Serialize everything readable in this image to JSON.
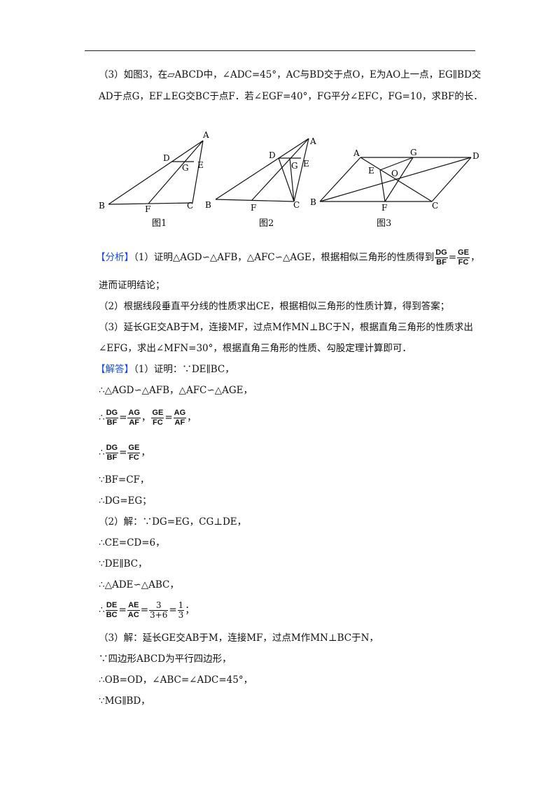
{
  "problem": {
    "line1": "（3）如图3，在▱ABCD中，∠ADC=45°，AC与BD交于点O，E为AO上一点，EG∥BD交",
    "line2": "AD于点G，EF⊥EG交BC于点F．若∠EGF=40°，FG平分∠EFC，FG=10，求BF的长．"
  },
  "figures": {
    "fig1": {
      "caption": "图1",
      "labels": {
        "A": "A",
        "D": "D",
        "G": "G",
        "E": "E",
        "B": "B",
        "F": "F",
        "C": "C"
      }
    },
    "fig2": {
      "caption": "图2",
      "labels": {
        "A": "A",
        "D": "D",
        "G": "G",
        "E": "E",
        "B": "B",
        "F": "F",
        "C": "C"
      }
    },
    "fig3": {
      "caption": "图3",
      "labels": {
        "A": "A",
        "G": "G",
        "D": "D",
        "E": "E",
        "O": "O",
        "B": "B",
        "F": "F",
        "C": "C"
      }
    }
  },
  "analysis": {
    "tag": "【分析】",
    "p1_pre": "（1）证明△AGD∽△AFB，△AFC∽△AGE，根据相似三角形的性质得到",
    "p1_frac1_num": "DG",
    "p1_frac1_den": "BF",
    "p1_eq": "=",
    "p1_frac2_num": "GE",
    "p1_frac2_den": "FC",
    "p1_post": "，",
    "p1_cont": "进而证明结论；",
    "p2": "（2）根据线段垂直平分线的性质求出CE，根据相似三角形的性质计算，得到答案；",
    "p3a": "（3）延长GE交AB于M，连接MF，过点M作MN⊥BC于N，根据直角三角形的性质求出",
    "p3b": "∠EFG，求出∠MFN=30°，根据直角三角形的性质、勾股定理计算即可．"
  },
  "solution": {
    "tag": "【解答】",
    "s1": "（1）证明：∵DE∥BC，",
    "s2": "∴△AGD∽△AFB，△AFC∽△AGE，",
    "s3_pre": "∴",
    "s3_f1n": "DG",
    "s3_f1d": "BF",
    "s3_f2n": "AG",
    "s3_f2d": "AF",
    "s3_sep": "，",
    "s3_f3n": "GE",
    "s3_f3d": "FC",
    "s3_f4n": "AG",
    "s3_f4d": "AF",
    "s3_post": "，",
    "s4_pre": "∴",
    "s4_f1n": "DG",
    "s4_f1d": "BF",
    "s4_f2n": "GE",
    "s4_f2d": "FC",
    "s4_post": "，",
    "s5": "∵BF=CF，",
    "s6": "∴DG=EG；",
    "s7": "（2）解：∵DG=EG，CG⊥DE，",
    "s8": "∴CE=CD=6，",
    "s9": "∵DE∥BC，",
    "s10": "∴△ADE∽△ABC，",
    "s11_pre": "∴",
    "s11_f1n": "DE",
    "s11_f1d": "BC",
    "s11_f2n": "AE",
    "s11_f2d": "AC",
    "s11_f3n": "3",
    "s11_f3d": "3+6",
    "s11_f4n": "1",
    "s11_f4d": "3",
    "s11_post": "；",
    "s12": "（3）解：延长GE交AB于M，连接MF，过点M作MN⊥BC于N，",
    "s13": "∵四边形ABCD为平行四边形，",
    "s14": "∴OB=OD，∠ABC=∠ADC=45°，",
    "s15": "∵MG∥BD，"
  }
}
